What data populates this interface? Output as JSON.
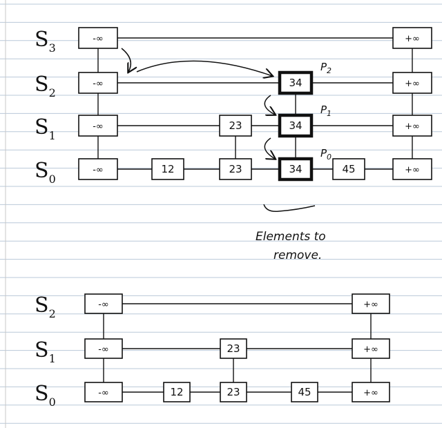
{
  "diagram_top": {
    "levels": [
      {
        "id": "S3",
        "label": "S",
        "sub": "3",
        "nodes": [
          {
            "text": "-∞",
            "col": "ninf"
          },
          {
            "text": "+∞",
            "col": "pinf"
          }
        ]
      },
      {
        "id": "S2",
        "label": "S",
        "sub": "2",
        "nodes": [
          {
            "text": "-∞",
            "col": "ninf"
          },
          {
            "text": "34",
            "col": "c34",
            "bold": true,
            "pointer": "P",
            "pointer_sub": "2"
          },
          {
            "text": "+∞",
            "col": "pinf"
          }
        ]
      },
      {
        "id": "S1",
        "label": "S",
        "sub": "1",
        "nodes": [
          {
            "text": "-∞",
            "col": "ninf"
          },
          {
            "text": "23",
            "col": "c23"
          },
          {
            "text": "34",
            "col": "c34",
            "bold": true,
            "pointer": "P",
            "pointer_sub": "1"
          },
          {
            "text": "+∞",
            "col": "pinf"
          }
        ]
      },
      {
        "id": "S0",
        "label": "S",
        "sub": "0",
        "nodes": [
          {
            "text": "-∞",
            "col": "ninf"
          },
          {
            "text": "12",
            "col": "c12"
          },
          {
            "text": "23",
            "col": "c23"
          },
          {
            "text": "34",
            "col": "c34",
            "bold": true,
            "pointer": "P",
            "pointer_sub": "0"
          },
          {
            "text": "45",
            "col": "c45"
          },
          {
            "text": "+∞",
            "col": "pinf"
          }
        ]
      }
    ],
    "annotation": [
      "Elements to",
      "remove."
    ]
  },
  "diagram_bottom": {
    "levels": [
      {
        "id": "S2",
        "label": "S",
        "sub": "2",
        "nodes": [
          {
            "text": "-∞",
            "col": "ninf"
          },
          {
            "text": "+∞",
            "col": "pinf"
          }
        ]
      },
      {
        "id": "S1",
        "label": "S",
        "sub": "1",
        "nodes": [
          {
            "text": "-∞",
            "col": "ninf"
          },
          {
            "text": "23",
            "col": "c23"
          },
          {
            "text": "+∞",
            "col": "pinf"
          }
        ]
      },
      {
        "id": "S0",
        "label": "S",
        "sub": "0",
        "nodes": [
          {
            "text": "-∞",
            "col": "ninf"
          },
          {
            "text": "12",
            "col": "c12"
          },
          {
            "text": "23",
            "col": "c23"
          },
          {
            "text": "45",
            "col": "c45"
          },
          {
            "text": "+∞",
            "col": "pinf"
          }
        ]
      }
    ]
  }
}
